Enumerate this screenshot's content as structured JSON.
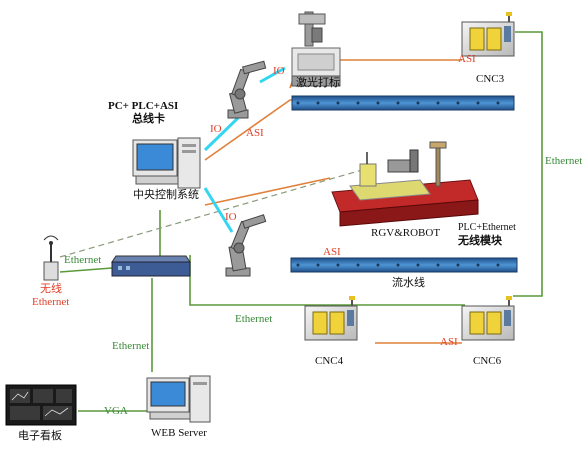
{
  "labels": {
    "laser_marker": "激光打标",
    "cnc3": "CNC3",
    "cnc4": "CNC4",
    "cnc6": "CNC6",
    "bus_card_line1": "PC+ PLC+ASI",
    "bus_card_line2": "总线卡",
    "central_control": "中央控制系统",
    "rgv_robot": "RGV&ROBOT",
    "wireless_module_line1": "PLC+Ethernet",
    "wireless_module_line2": "无线模块",
    "assembly_line": "流水线",
    "wireless_ethernet_line1": "无线",
    "wireless_ethernet_line2": "Ethernet",
    "web_server": "WEB Server",
    "eboard": "电子看板"
  },
  "links": {
    "io_top": "IO",
    "io_mid": "IO",
    "io_bottom": "IO",
    "asi_top_cnc3": "ASI",
    "asi_center": "ASI",
    "asi_line": "ASI",
    "asi_bottom": "ASI",
    "ethernet_right": "Ethernet",
    "ethernet_wireless": "Ethernet",
    "ethernet_bottom": "Ethernet",
    "ethernet_left": "Ethernet",
    "vga": "VGA"
  },
  "colors": {
    "ethernet_link": "#5a9a3a",
    "asi_link": "#e0803a",
    "io_link": "#33d6f0",
    "label_red": "#e0402a",
    "label_green": "#3a8a3a",
    "conveyor": "#3a78b8",
    "rgv_base": "#c22a2a"
  }
}
